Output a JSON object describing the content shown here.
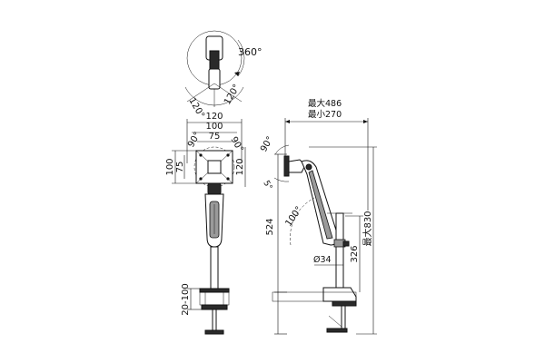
{
  "top_view": {
    "rotation_label": "360°",
    "tilt_left_label": "120°",
    "tilt_right_label": "120°"
  },
  "front_view": {
    "width_outer": "120",
    "width_mid": "100",
    "width_inner": "75",
    "angle_left": "90°",
    "angle_right": "90°",
    "height_outer": "100",
    "height_inner": "75",
    "height_right": "120",
    "clamp_range": "20-100"
  },
  "side_view": {
    "reach_max": "最大486",
    "reach_min": "最小270",
    "tilt_up": "90°",
    "tilt_down": "5°",
    "arm_angle": "100°",
    "arm_height": "524",
    "pole_diameter": "Ø34",
    "pole_height": "326",
    "total_height": "最大830"
  }
}
